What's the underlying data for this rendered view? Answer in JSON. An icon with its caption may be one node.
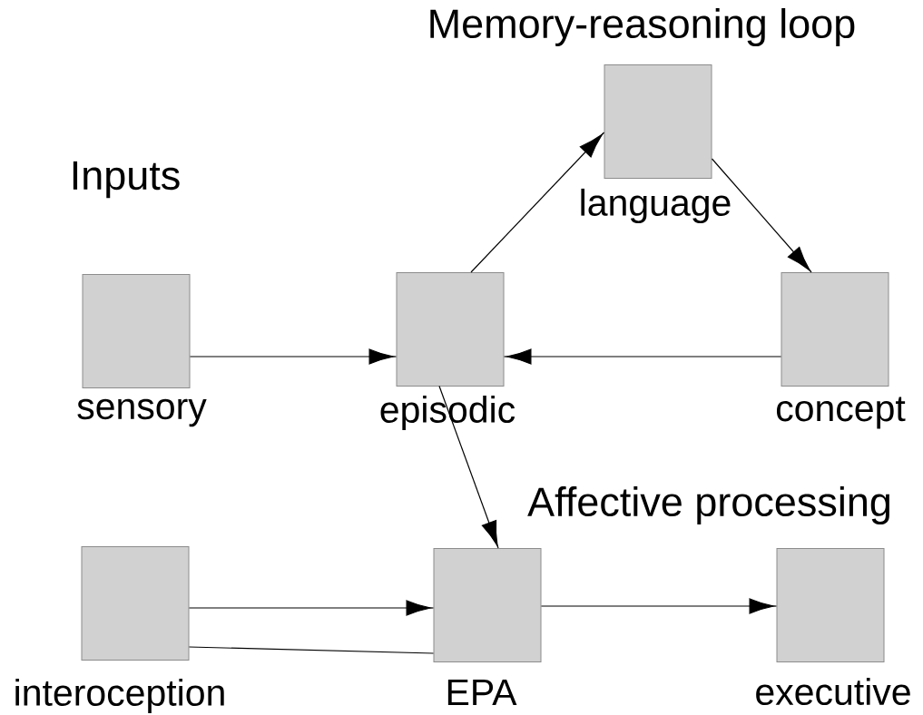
{
  "diagram": {
    "nodes": [
      {
        "text": [
          "sensory"
        ]
      },
      {
        "text": [
          "episodic"
        ]
      },
      {
        "text": [
          "language"
        ]
      },
      {
        "text": [
          "concept"
        ]
      },
      {
        "text": [
          "interoception"
        ]
      },
      {
        "text": [
          "EPA"
        ]
      },
      {
        "text": [
          "executive"
        ]
      }
    ],
    "edges": [
      {
        "from": 0,
        "to": 1,
        "arrow": "to"
      },
      {
        "from": 3,
        "to": 1,
        "arrow": "to"
      },
      {
        "from": 1,
        "to": 2,
        "arrow": "to"
      },
      {
        "from": 2,
        "to": 3,
        "arrow": "to"
      },
      {
        "from": 1,
        "to": 5,
        "arrow": "to"
      },
      {
        "from": 4,
        "to": 5,
        "arrow": "to"
      },
      {
        "from": 4,
        "to": 5,
        "arrow": "none"
      },
      {
        "from": 5,
        "to": 6,
        "arrow": "to"
      }
    ],
    "labels": [
      "Memory-reasoning loop",
      "Inputs",
      "Affective processing"
    ]
  }
}
